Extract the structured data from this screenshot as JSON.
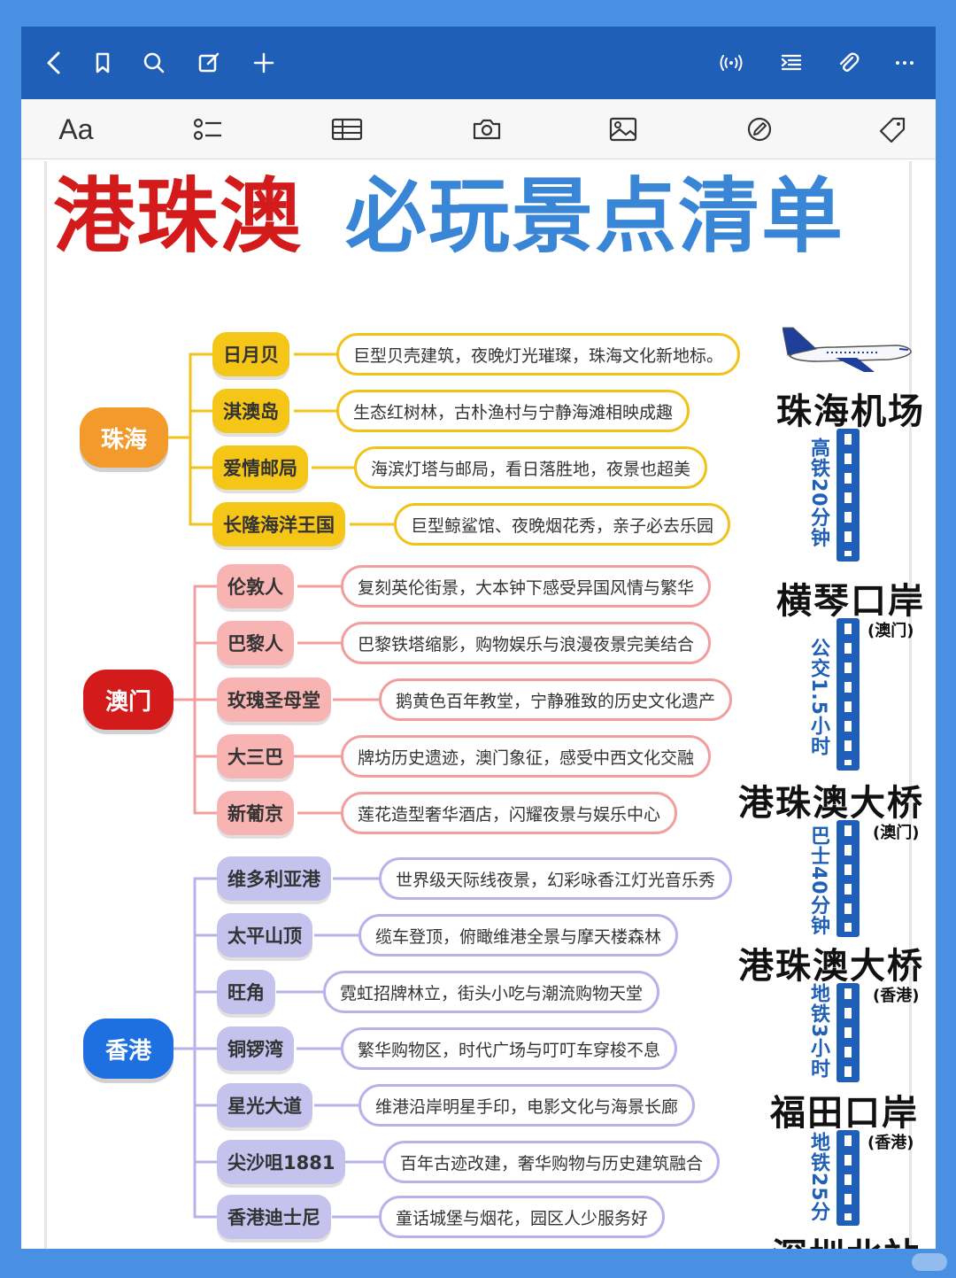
{
  "toolbar": {
    "icons": [
      "back-icon",
      "bookmark-icon",
      "search-icon",
      "edit-icon",
      "add-icon",
      "broadcast-icon",
      "outline-icon",
      "attachment-icon",
      "more-icon"
    ]
  },
  "format_bar": {
    "text_style_label": "Aa",
    "icons": [
      "checklist-icon",
      "table-icon",
      "camera-icon",
      "image-icon",
      "draw-icon",
      "tag-icon"
    ]
  },
  "title": {
    "part1": "港珠澳",
    "part2": "必玩景点清单",
    "part1_color": "#d41b1b",
    "part2_color": "#3a86d6"
  },
  "regions": [
    {
      "name": "珠海",
      "color": "#f39a2c",
      "spots": [
        {
          "name": "日月贝",
          "desc": "巨型贝壳建筑，夜晚灯光璀璨，珠海文化新地标。"
        },
        {
          "name": "淇澳岛",
          "desc": "生态红树林，古朴渔村与宁静海滩相映成趣"
        },
        {
          "name": "爱情邮局",
          "desc": "海滨灯塔与邮局，看日落胜地，夜景也超美"
        },
        {
          "name": "长隆海洋王国",
          "desc": "巨型鲸鲨馆、夜晚烟花秀，亲子必去乐园"
        }
      ]
    },
    {
      "name": "澳门",
      "color": "#d41b1b",
      "spots": [
        {
          "name": "伦敦人",
          "desc": "复刻英伦街景，大本钟下感受异国风情与繁华"
        },
        {
          "name": "巴黎人",
          "desc": "巴黎铁塔缩影，购物娱乐与浪漫夜景完美结合"
        },
        {
          "name": "玫瑰圣母堂",
          "desc": "鹅黄色百年教堂，宁静雅致的历史文化遗产"
        },
        {
          "name": "大三巴",
          "desc": "牌坊历史遗迹，澳门象征，感受中西文化交融"
        },
        {
          "name": "新葡京",
          "desc": "莲花造型奢华酒店，闪耀夜景与娱乐中心"
        }
      ]
    },
    {
      "name": "香港",
      "color": "#1e6fe0",
      "spots": [
        {
          "name": "维多利亚港",
          "desc": "世界级天际线夜景，幻彩咏香江灯光音乐秀"
        },
        {
          "name": "太平山顶",
          "desc": "缆车登顶，俯瞰维港全景与摩天楼森林"
        },
        {
          "name": "旺角",
          "desc": "霓虹招牌林立，街头小吃与潮流购物天堂"
        },
        {
          "name": "铜锣湾",
          "desc": "繁华购物区，时代广场与叮叮车穿梭不息"
        },
        {
          "name": "星光大道",
          "desc": "维港沿岸明星手印，电影文化与海景长廊"
        },
        {
          "name": "尖沙咀1881",
          "desc": "百年古迹改建，奢华购物与历史建筑融合"
        },
        {
          "name": "香港迪士尼",
          "desc": "童话城堡与烟花，园区人少服务好"
        }
      ]
    }
  ],
  "route": {
    "stations": [
      {
        "name": "珠海机场",
        "sub": ""
      },
      {
        "name": "横琴口岸",
        "sub": "(澳门)"
      },
      {
        "name": "港珠澳大桥",
        "sub": "(澳门)"
      },
      {
        "name": "港珠澳大桥",
        "sub": "(香港)"
      },
      {
        "name": "福田口岸",
        "sub": "(香港)"
      },
      {
        "name": "深圳北站",
        "sub": ""
      }
    ],
    "segments": [
      "高铁20分钟",
      "公交1.5小时",
      "巴士40分钟",
      "地铁3小时",
      "地铁25分"
    ]
  }
}
